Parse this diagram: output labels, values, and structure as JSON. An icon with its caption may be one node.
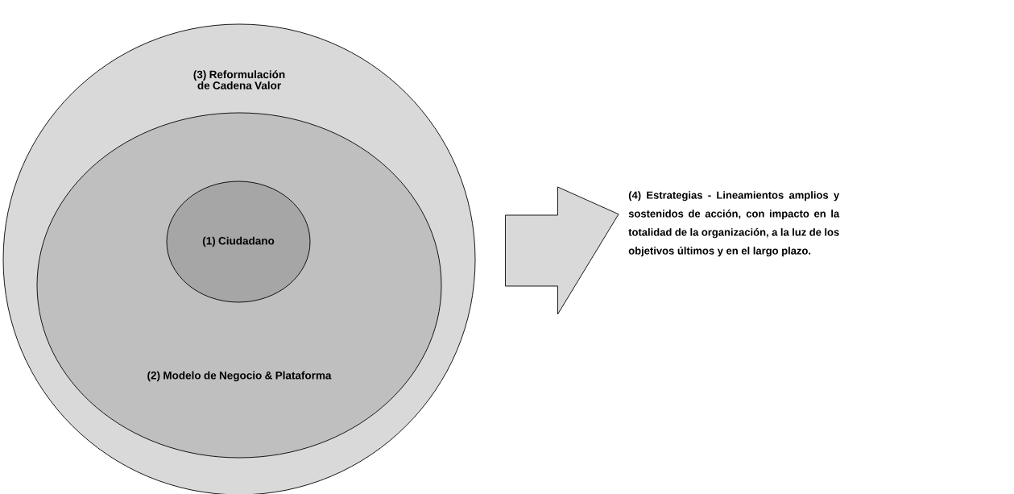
{
  "diagram": {
    "nodes": [
      {
        "text": [
          "(3) Reformulación de Cadena Valor"
        ]
      },
      {
        "text": [
          "(2) Modelo de Negocio & Plataforma"
        ],
        "in": 0
      },
      {
        "text": [
          "(1) Ciudadano"
        ],
        "in": 1
      },
      {
        "text": [
          "(4) Estrategias - Lineamientos amplios y sostenidos de acción, con impacto en la totalidad de la organización, a la luz de los objetivos últimos y en el largo plazo."
        ]
      }
    ],
    "edges": [
      {
        "from": 0,
        "to": 3,
        "arrow": "to"
      }
    ]
  }
}
